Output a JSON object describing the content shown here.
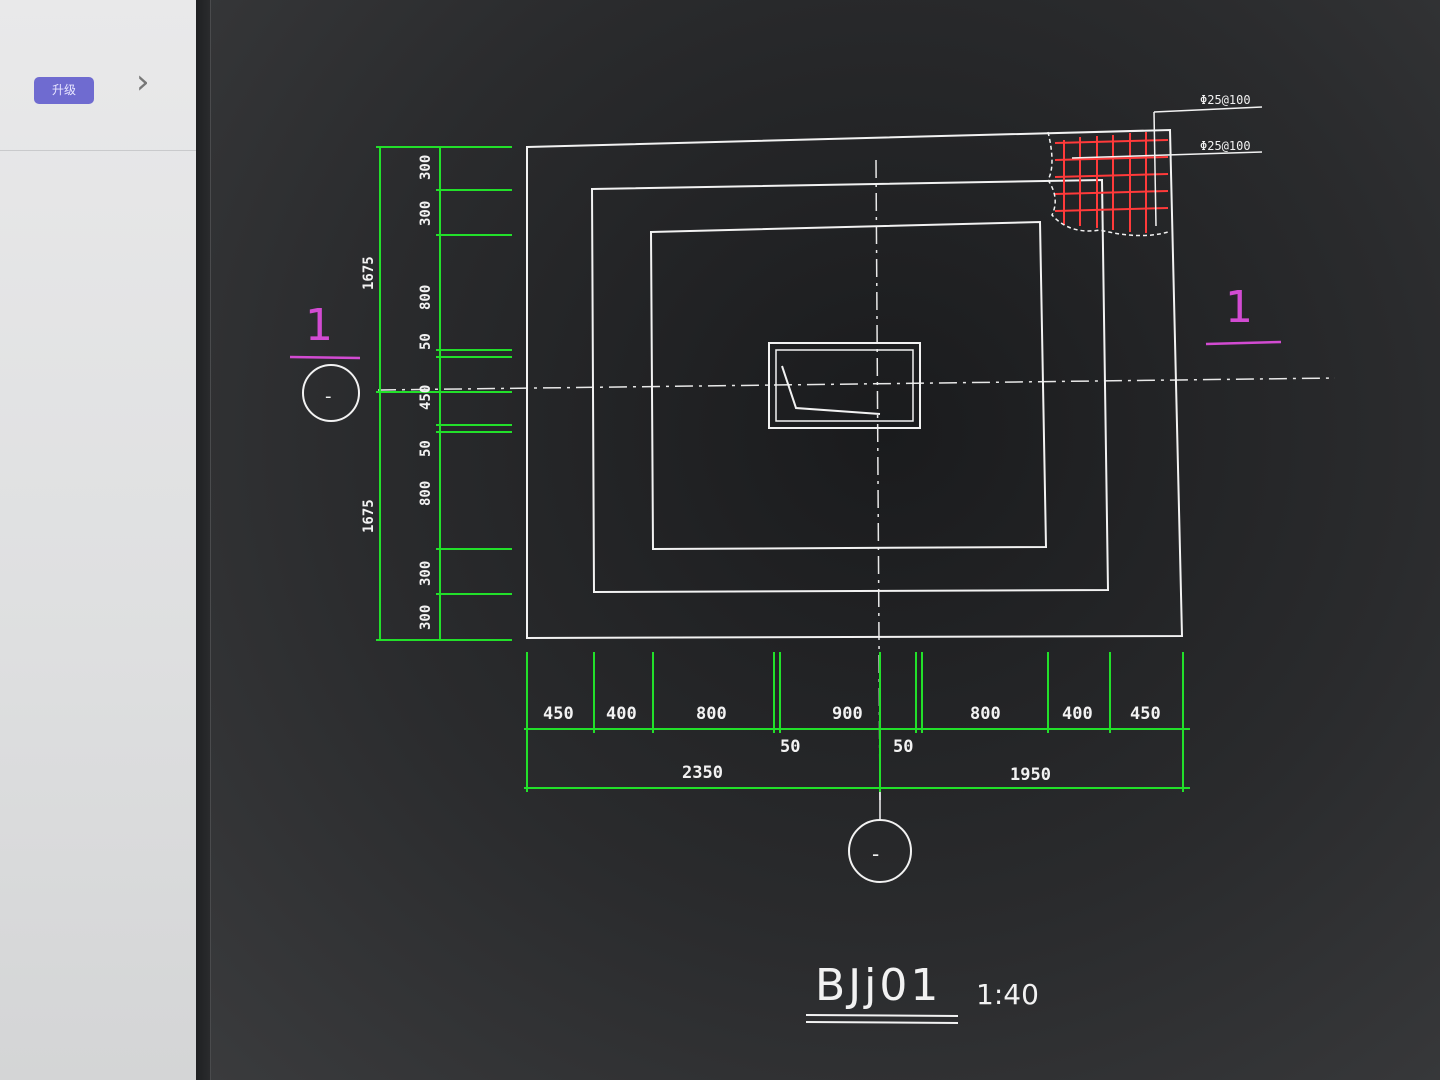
{
  "sidebar": {
    "upgrade_label": "升级",
    "chevron": "›"
  },
  "drawing": {
    "title": "BJj01",
    "scale": "1:40",
    "section_mark": "1",
    "axis_marker": "-",
    "rebar_labels": [
      "Φ25@100",
      "Φ25@100"
    ],
    "left_dims": [
      "300",
      "300",
      "800",
      "50",
      "450",
      "50",
      "800",
      "300",
      "300"
    ],
    "left_totals": [
      "1675",
      "1675"
    ],
    "bottom_dims": [
      "450",
      "400",
      "800",
      "900",
      "800",
      "400",
      "450"
    ],
    "bottom_small": [
      "50",
      "50"
    ],
    "bottom_totals": [
      "2350",
      "1950"
    ],
    "colors": {
      "outline": "#f2f2f2",
      "dimension": "#22e02a",
      "section": "#d24bd2",
      "rebar": "#ff3a3a"
    }
  }
}
